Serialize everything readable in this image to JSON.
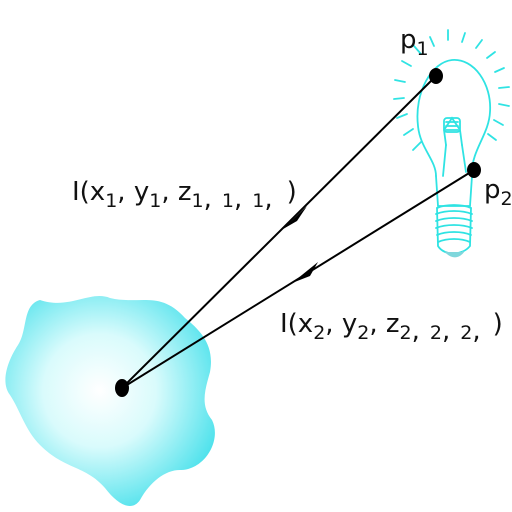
{
  "colors": {
    "bulb": "#2fe3e3",
    "surface": "#5fe8f0",
    "ink": "#000000"
  },
  "labels": {
    "p1": "p",
    "p1_sub": "1",
    "p2": "p",
    "p2_sub": "2",
    "ray1_open": "I(x",
    "ray1_sub_x": "1",
    "ray1_comma1": ", y",
    "ray1_sub_y": "1",
    "ray1_comma2": ", z",
    "ray1_sub_z": "1",
    "ray1_tail1": ",",
    "ray1_sub_a": "1",
    "ray1_tail2": ",",
    "ray1_sub_b": "1",
    "ray1_tail3": ",",
    "ray1_close": ")",
    "ray2_open": "I(x",
    "ray2_sub_x": "2",
    "ray2_comma1": ", y",
    "ray2_sub_y": "2",
    "ray2_comma2": ", z",
    "ray2_sub_z": "2",
    "ray2_tail1": ",",
    "ray2_sub_a": "2",
    "ray2_tail2": ",",
    "ray2_sub_b": "2",
    "ray2_tail3": ",",
    "ray2_close": ")"
  },
  "icons": {
    "light_source": "light-bulb-icon"
  }
}
